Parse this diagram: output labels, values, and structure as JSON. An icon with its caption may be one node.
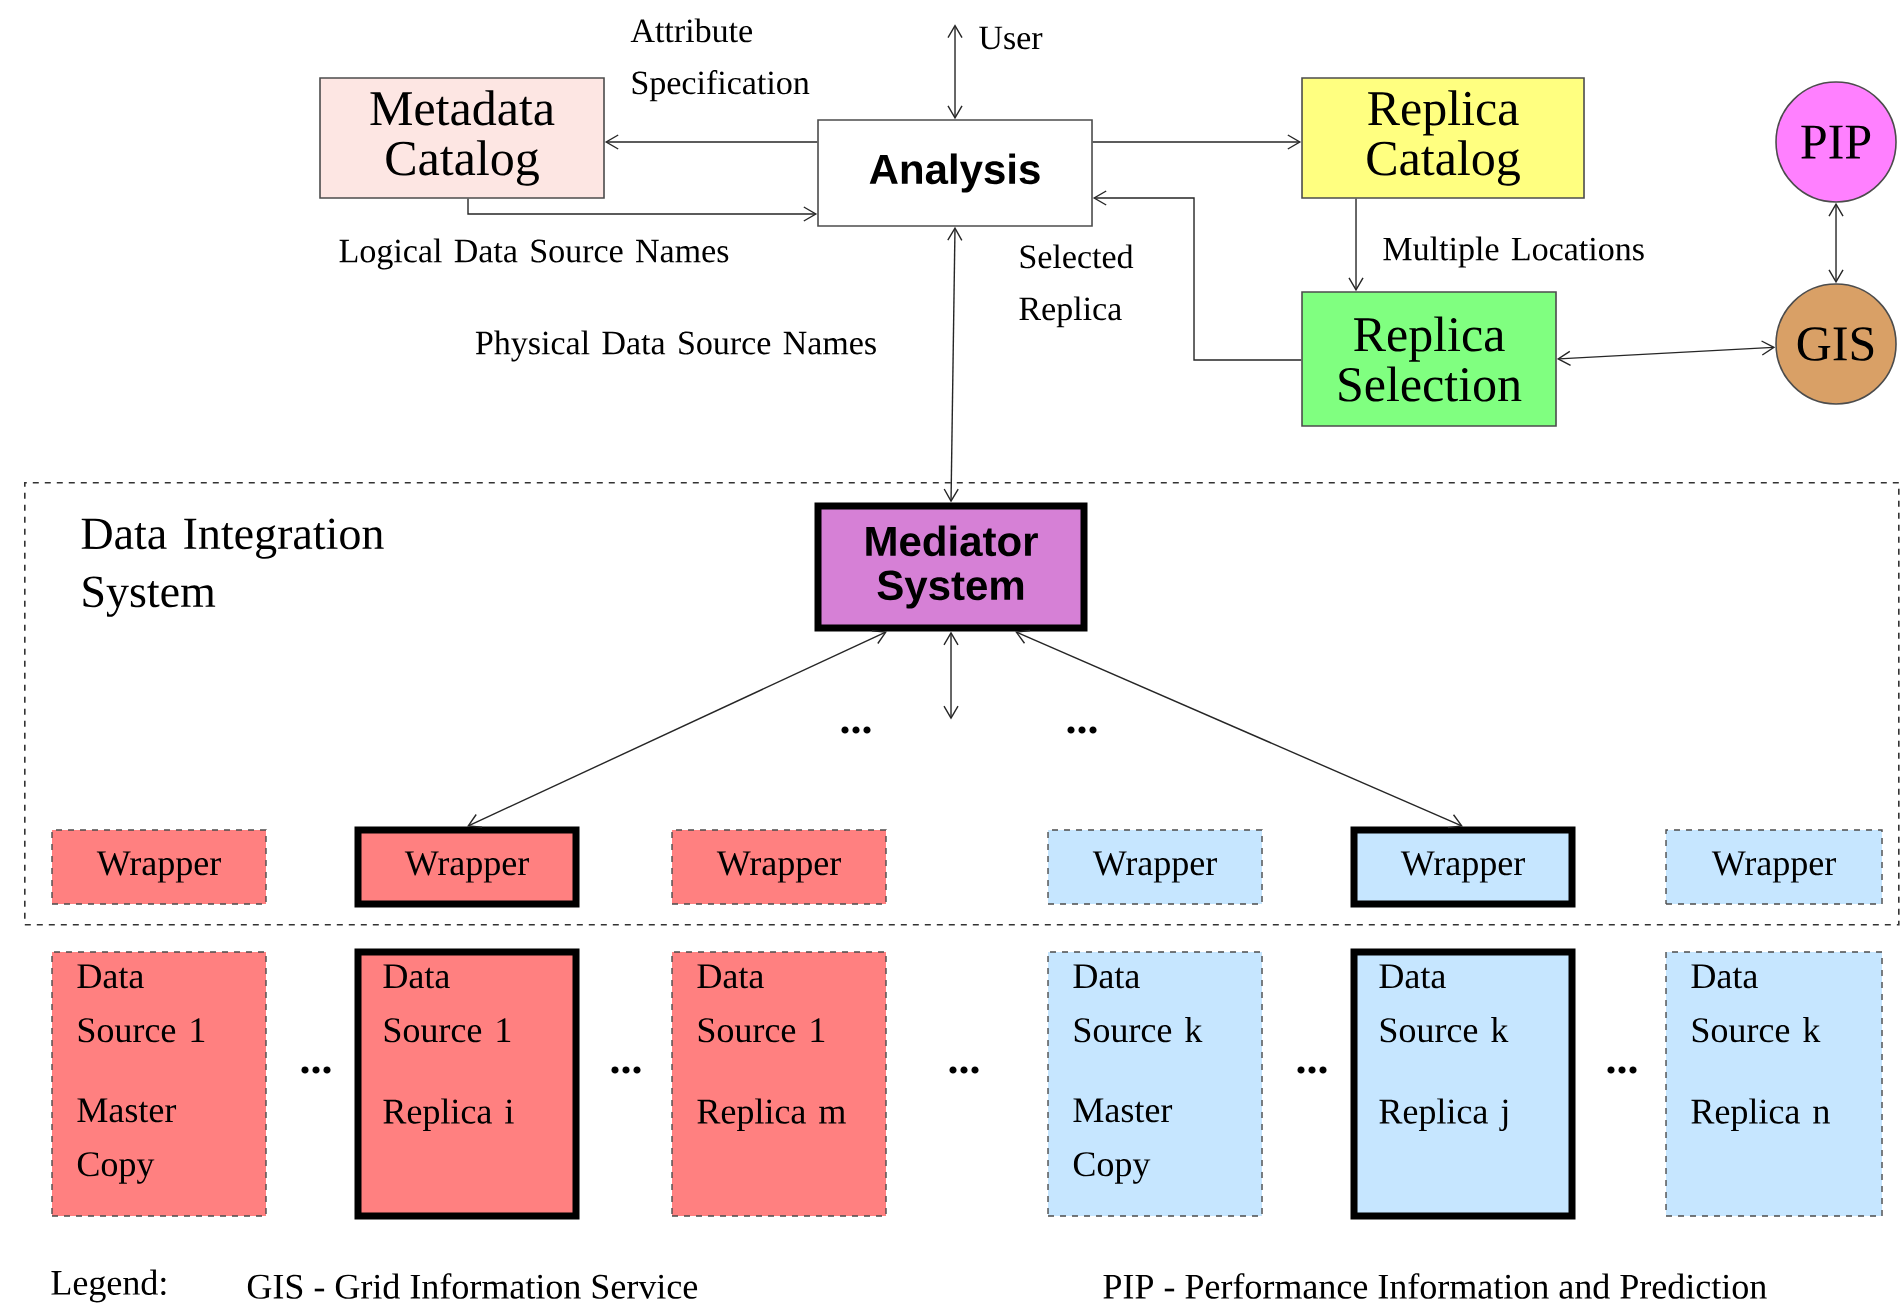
{
  "diagram": {
    "nodes": [
      {
        "text": [
          "User"
        ]
      },
      {
        "text": [
          "Metadata Catalog"
        ]
      },
      {
        "text": [
          "Analysis"
        ]
      },
      {
        "text": [
          "Replica Catalog"
        ]
      },
      {
        "text": [
          "PIP"
        ]
      },
      {
        "text": [
          "Replica Selection"
        ]
      },
      {
        "text": [
          "GIS"
        ]
      },
      {
        "text": [
          "Data Integration System"
        ]
      },
      {
        "text": [
          "Mediator System"
        ],
        "in": 7
      },
      {
        "text": [
          "Wrapper"
        ],
        "in": 7
      },
      {
        "text": [
          "Wrapper"
        ],
        "in": 7
      },
      {
        "text": [
          "Wrapper"
        ],
        "in": 7
      },
      {
        "text": [
          "Wrapper"
        ],
        "in": 7
      },
      {
        "text": [
          "Wrapper"
        ],
        "in": 7
      },
      {
        "text": [
          "Wrapper"
        ],
        "in": 7
      },
      {
        "text": [
          "Data Source 1",
          "Master Copy"
        ]
      },
      {
        "text": [
          "Data Source 1",
          "Replica i"
        ]
      },
      {
        "text": [
          "Data Source 1",
          "Replica m"
        ]
      },
      {
        "text": [
          "Data Source k",
          "Master Copy"
        ]
      },
      {
        "text": [
          "Data Source k",
          "Replica j"
        ]
      },
      {
        "text": [
          "Data Source k",
          "Replica n"
        ]
      }
    ],
    "edges": [
      {
        "from": 2,
        "to": 0,
        "arrow": "both"
      },
      {
        "from": 2,
        "to": 1,
        "arrow": "to",
        "label": "Attribute Specification"
      },
      {
        "from": 1,
        "to": 2,
        "arrow": "to",
        "label": "Logical Data Source Names"
      },
      {
        "from": 2,
        "to": 3,
        "arrow": "to"
      },
      {
        "from": 3,
        "to": 5,
        "arrow": "to",
        "label": "Multiple Locations"
      },
      {
        "from": 5,
        "to": 2,
        "arrow": "to",
        "label": "Selected Replica"
      },
      {
        "from": 5,
        "to": 6,
        "arrow": "both"
      },
      {
        "from": 4,
        "to": 6,
        "arrow": "both"
      },
      {
        "from": 2,
        "to": 8,
        "arrow": "both",
        "label": "Physical Data Source Names"
      },
      {
        "from": 8,
        "to": 10,
        "arrow": "both"
      },
      {
        "from": 8,
        "to": 13,
        "arrow": "both"
      },
      {
        "from": 8,
        "to": null,
        "arrow": "both"
      }
    ],
    "labels": [
      "...",
      "...",
      "...",
      "...",
      "...",
      "...",
      "...",
      "Legend:"
    ],
    "legend": [
      {
        "text": "GIS - Grid Information Service"
      },
      {
        "text": "PIP - Performance Information and Prediction"
      }
    ]
  }
}
